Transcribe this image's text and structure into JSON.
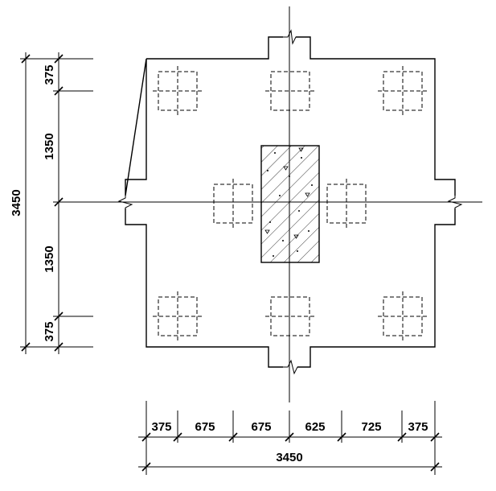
{
  "drawing": {
    "bottom_dimensions": [
      "375",
      "675",
      "675",
      "625",
      "725",
      "375"
    ],
    "bottom_total": "3450",
    "left_dimensions": [
      "375",
      "1350",
      "1350",
      "375"
    ],
    "left_total": "3450"
  }
}
